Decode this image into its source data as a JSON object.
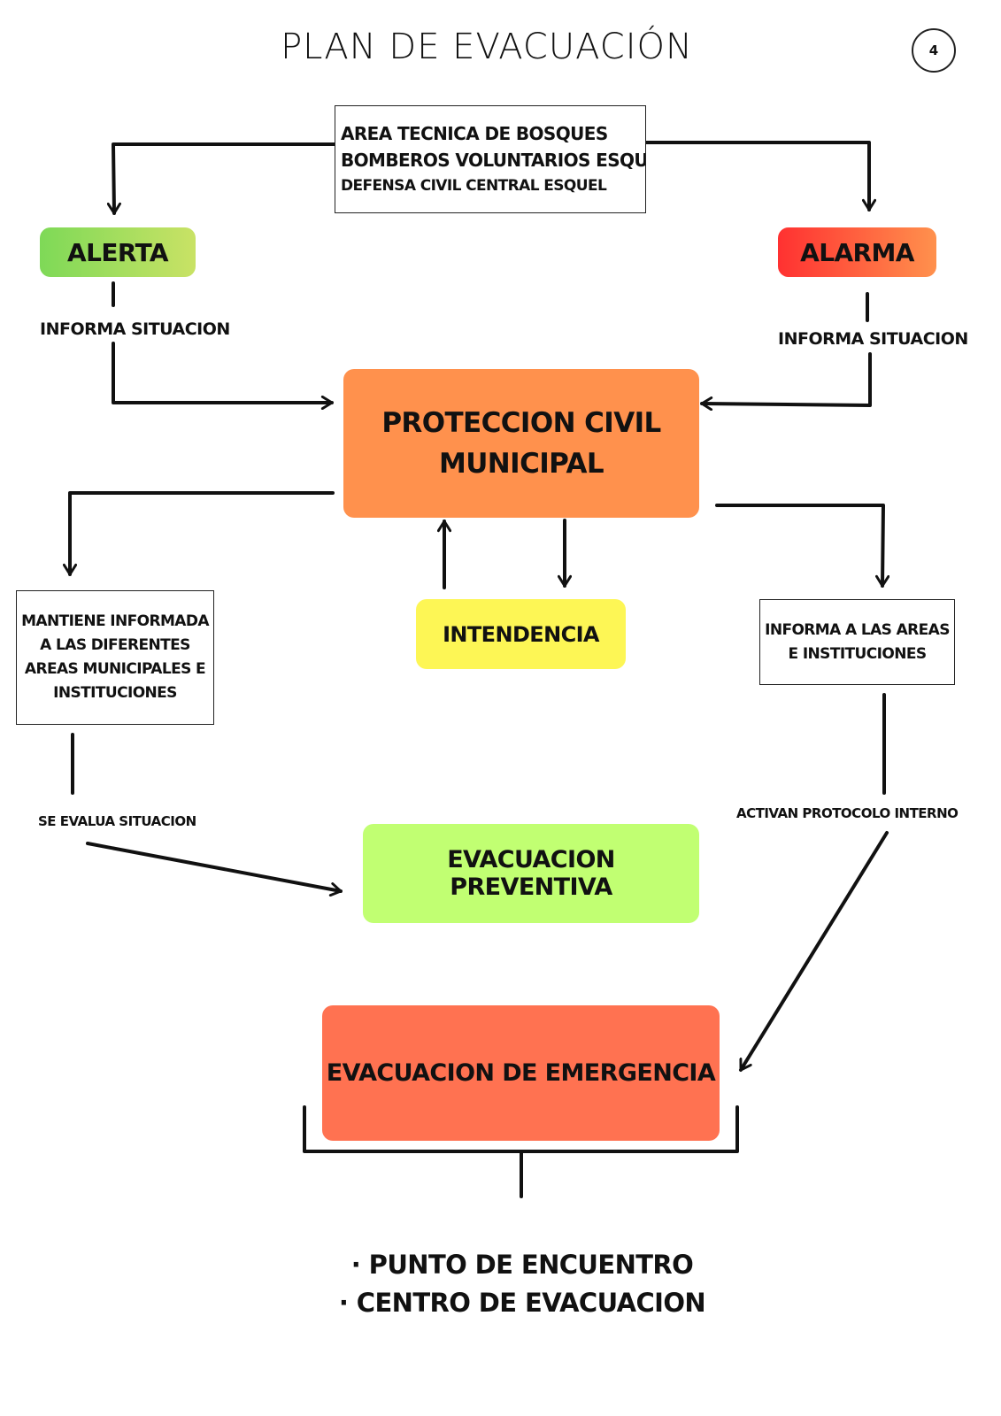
{
  "title": "PLAN DE EVACUACIÓN",
  "page_number": "4",
  "sources_box": {
    "lines": [
      "AREA TECNICA DE BOSQUES",
      "BOMBEROS VOLUNTARIOS ESQUEL",
      "DEFENSA CIVIL CENTRAL ESQUEL"
    ]
  },
  "alerta": {
    "label": "ALERTA",
    "colors": [
      "#7ed957",
      "#c9e265"
    ]
  },
  "alarma": {
    "label": "ALARMA",
    "colors": [
      "#ff3131",
      "#ff914d"
    ]
  },
  "informa_left": "INFORMA SITUACION",
  "informa_right": "INFORMA SITUACION",
  "proteccion": {
    "lines": [
      "PROTECCION CIVIL",
      "MUNICIPAL"
    ],
    "color": "#ff914d"
  },
  "mantiene_box": {
    "lines": [
      "MANTIENE INFORMADA",
      "A LAS DIFERENTES",
      "AREAS MUNICIPALES E",
      "INSTITUCIONES"
    ]
  },
  "intendencia": {
    "label": "INTENDENCIA",
    "color": "#fdf655"
  },
  "informa_areas_box": {
    "lines": [
      "INFORMA A LAS AREAS",
      "E INSTITUCIONES"
    ]
  },
  "se_evalua": "SE EVALUA SITUACION",
  "activan": "ACTIVAN PROTOCOLO INTERNO",
  "evac_preventiva": {
    "label": "EVACUACION PREVENTIVA",
    "color": "#c1ff72"
  },
  "evac_emergencia": {
    "label": "EVACUACION DE EMERGENCIA",
    "color": "#ff7251"
  },
  "destinations": [
    "· PUNTO DE ENCUENTRO",
    "· CENTRO DE EVACUACION"
  ]
}
